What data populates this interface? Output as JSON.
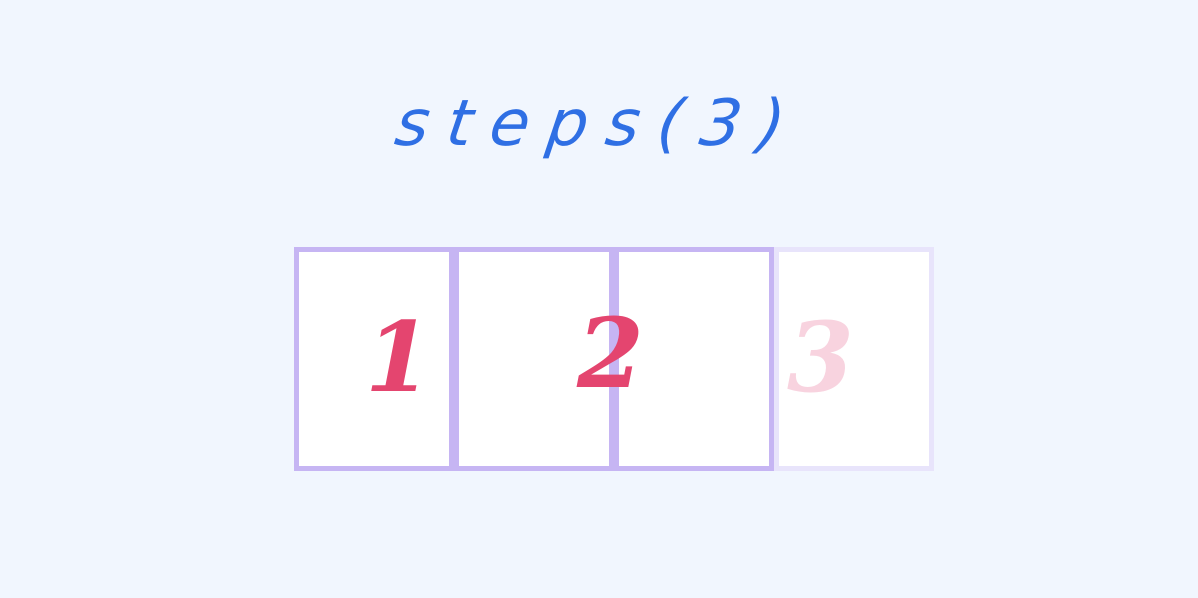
{
  "title": "steps(3)",
  "steps": [
    {
      "label": "1"
    },
    {
      "label": "2"
    },
    {
      "label": "3"
    }
  ],
  "colors": {
    "background": "#f1f6fe",
    "title": "#2f6fe4",
    "box_border": "#c6b5f3",
    "box_border_faded": "#e8e4fb",
    "number": "#e4456f",
    "number_faded": "#f8d3df"
  }
}
